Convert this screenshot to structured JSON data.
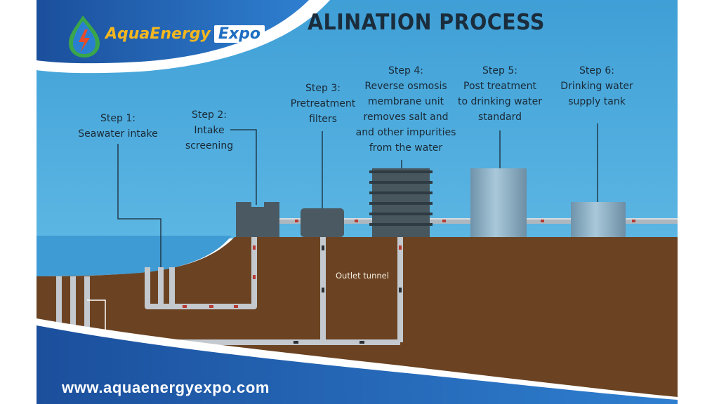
{
  "title": "ALINATION PROCESS",
  "logo": {
    "aqua": "Aqua",
    "energy": "Energy",
    "expo": "Expo"
  },
  "website": "www.aquaenergyexpo.com",
  "tunnel_label": "Outlet tunnel",
  "steps": [
    {
      "label": "Step 1:\nSeawater intake"
    },
    {
      "label": "Step 2:\nIntake\nscreening"
    },
    {
      "label": "Step 3:\nPretreatment\nfilters"
    },
    {
      "label": "Step 4:\nReverse osmosis\nmembrane unit\nremoves salt and\nand other impurities\nfrom the water"
    },
    {
      "label": "Step 5:\nPost treatment\nto drinking water\nstandard"
    },
    {
      "label": "Step 6:\nDrinking water\nsupply tank"
    }
  ],
  "colors": {
    "sky": "#47a8dc",
    "sea": "#4aa6d8",
    "ground": "#6a4223",
    "brand_blue": "#1f5fae",
    "pipe": "#b9c0c6",
    "tank": "#8fb3c8",
    "building": "#4a5860"
  }
}
